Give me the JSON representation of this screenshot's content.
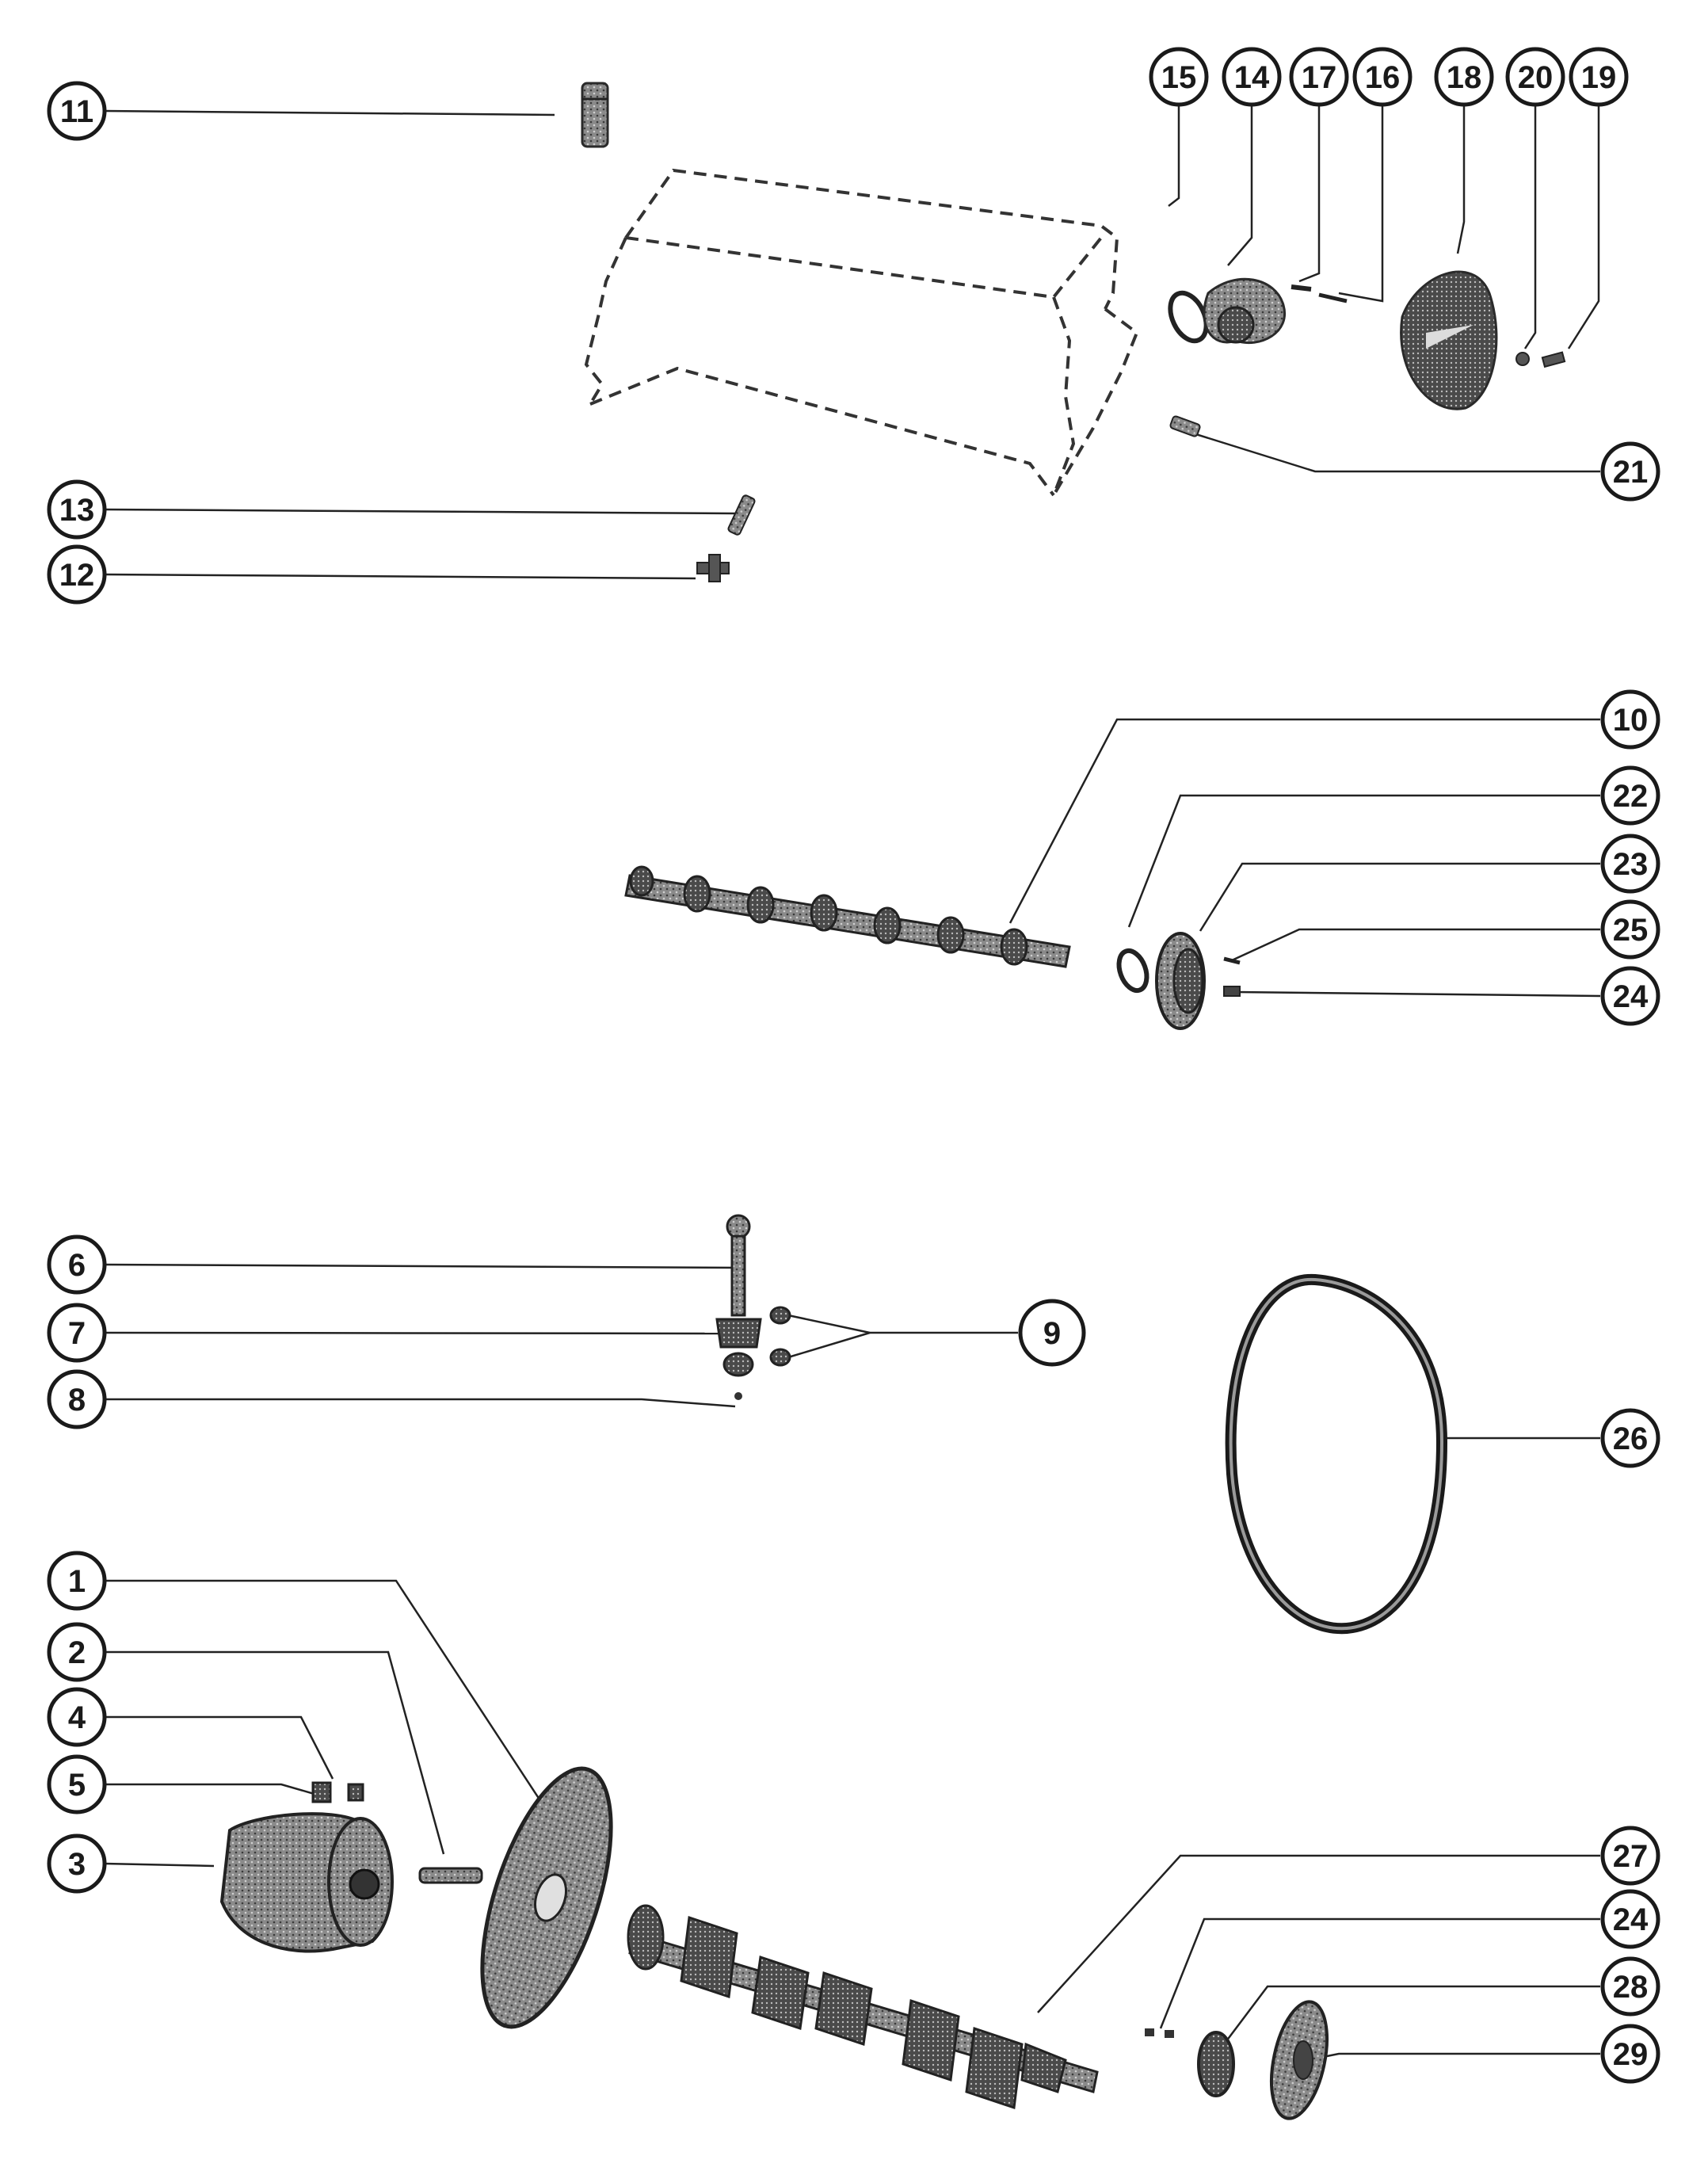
{
  "callouts": [
    {
      "id": "c1",
      "label": "1"
    },
    {
      "id": "c2",
      "label": "2"
    },
    {
      "id": "c3",
      "label": "3"
    },
    {
      "id": "c4",
      "label": "4"
    },
    {
      "id": "c5",
      "label": "5"
    },
    {
      "id": "c6",
      "label": "6"
    },
    {
      "id": "c7",
      "label": "7"
    },
    {
      "id": "c8",
      "label": "8"
    },
    {
      "id": "c9",
      "label": "9"
    },
    {
      "id": "c10",
      "label": "10"
    },
    {
      "id": "c11",
      "label": "11"
    },
    {
      "id": "c12",
      "label": "12"
    },
    {
      "id": "c13",
      "label": "13"
    },
    {
      "id": "c14",
      "label": "14"
    },
    {
      "id": "c15",
      "label": "15"
    },
    {
      "id": "c16",
      "label": "16"
    },
    {
      "id": "c17",
      "label": "17"
    },
    {
      "id": "c18",
      "label": "18"
    },
    {
      "id": "c19",
      "label": "19"
    },
    {
      "id": "c20",
      "label": "20"
    },
    {
      "id": "c21",
      "label": "21"
    },
    {
      "id": "c22",
      "label": "22"
    },
    {
      "id": "c23",
      "label": "23"
    },
    {
      "id": "c24a",
      "label": "24"
    },
    {
      "id": "c25",
      "label": "25"
    },
    {
      "id": "c26",
      "label": "26"
    },
    {
      "id": "c27",
      "label": "27"
    },
    {
      "id": "c24b",
      "label": "24"
    },
    {
      "id": "c28",
      "label": "28"
    },
    {
      "id": "c29",
      "label": "29"
    }
  ],
  "parts": [
    {
      "id": "p-lifter",
      "icon": "valve-lifter-icon"
    },
    {
      "id": "p-block",
      "icon": "engine-block-outline-icon"
    },
    {
      "id": "p-gasket",
      "icon": "gasket-icon"
    },
    {
      "id": "p-waterpump",
      "icon": "water-pump-icon"
    },
    {
      "id": "p-bolt17",
      "icon": "bolt-icon"
    },
    {
      "id": "p-bolt16",
      "icon": "bolt-icon"
    },
    {
      "id": "p-pulley18",
      "icon": "pulley-icon"
    },
    {
      "id": "p-washer20",
      "icon": "washer-icon"
    },
    {
      "id": "p-bolt19",
      "icon": "bolt-icon"
    },
    {
      "id": "p-plug21",
      "icon": "plug-icon"
    },
    {
      "id": "p-stud13",
      "icon": "stud-icon"
    },
    {
      "id": "p-fitting12",
      "icon": "fitting-icon"
    },
    {
      "id": "p-camshaft",
      "icon": "camshaft-icon"
    },
    {
      "id": "p-thrust22",
      "icon": "thrust-plate-icon"
    },
    {
      "id": "p-camgear23",
      "icon": "cam-gear-icon"
    },
    {
      "id": "p-bolt25",
      "icon": "bolt-icon"
    },
    {
      "id": "p-key24",
      "icon": "key-icon"
    },
    {
      "id": "p-conrod",
      "icon": "connecting-rod-icon"
    },
    {
      "id": "p-bearing9",
      "icon": "bearing-icon"
    },
    {
      "id": "p-belt26",
      "icon": "belt-icon"
    },
    {
      "id": "p-coupler3",
      "icon": "coupler-icon"
    },
    {
      "id": "p-stud2",
      "icon": "stud-icon"
    },
    {
      "id": "p-nuts45",
      "icon": "nut-icon"
    },
    {
      "id": "p-flywheel1",
      "icon": "flywheel-icon"
    },
    {
      "id": "p-crankshaft27",
      "icon": "crankshaft-icon"
    },
    {
      "id": "p-key24b",
      "icon": "key-icon"
    },
    {
      "id": "p-crankgear28",
      "icon": "crank-gear-icon"
    },
    {
      "id": "p-damper29",
      "icon": "damper-icon"
    }
  ]
}
